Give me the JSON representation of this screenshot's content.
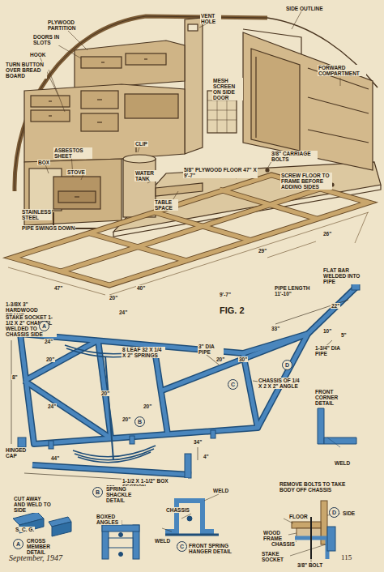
{
  "diagram": {
    "nodes": [
      {
        "text": [
          "A"
        ]
      },
      {
        "text": [
          "B"
        ]
      },
      {
        "text": [
          "C"
        ]
      },
      {
        "text": [
          "D"
        ]
      },
      {
        "text": [
          "A"
        ]
      },
      {
        "text": [
          "B"
        ]
      },
      {
        "text": [
          "C"
        ]
      },
      {
        "text": [
          "D"
        ]
      }
    ],
    "labels": [
      "PLYWOOD PARTITION",
      "DOORS IN SLOTS",
      "HOOK",
      "TURN BUTTON OVER BREAD BOARD",
      "VENT HOLE",
      "SIDE OUTLINE",
      "MESH SCREEN ON SIDE DOOR",
      "FORWARD COMPARTMENT",
      "ASBESTOS SHEET",
      "CLIP",
      "BOX",
      "STOVE",
      "WATER TANK",
      "5/8\" PLYWOOD FLOOR 47\" X 9'-7\"",
      "3/8\" CARRIAGE BOLTS",
      "SCREW FLOOR TO FRAME BEFORE ADDING SIDES",
      "TABLE SPACE",
      "STAINLESS STEEL",
      "PIPE SWINGS DOWN",
      "26\"",
      "29\"",
      "47\"",
      "40\"",
      "20\"",
      "9'-7\"",
      "1-3/8X 3\" HARDWOOD FRAME",
      "FIG. 2",
      "PIPE LENGTH 11'-10\"",
      "FLAT BAR WELDED INTO PIPE",
      "22\"",
      "24\"",
      "33\"",
      "10\"",
      "5\"",
      "STAKE SOCKET 1-1/2 X 2\" CHANNEL WELDED TO CHASSIS SIDE",
      "24\"",
      "8 LEAF 32 X 1/4 X 2\" SPRINGS",
      "3\" DIA PIPE",
      "1-3/4\" DIA PIPE",
      "20\"",
      "20\"",
      "30\"",
      "8\"",
      "CHASSIS OF 1/4 X 2 X 2\" ANGLE",
      "FRONT CORNER DETAIL",
      "20\"",
      "24\"",
      "20\"",
      "20\"",
      "HINGED CAP",
      "44\"",
      "34\"",
      "4\"",
      "WELD",
      "23\"",
      "1-1/2 X 1-1/2\" BOX SECTION",
      "REMOVE BOLTS TO TAKE BODY OFF CHASSIS",
      "CUT AWAY AND WELD TO SIDE",
      "SPRING SHACKLE DETAIL",
      "WELD",
      "SIDE",
      "CHASSIS",
      "BOXED ANGLES",
      "FLOOR",
      "WELD",
      "S. C. G.",
      "WOOD FRAME",
      "CHASSIS",
      "CROSS MEMBER DETAIL",
      "FRONT SPRING HANGER DETAIL",
      "STAKE SOCKET",
      "3/8\" BOLT",
      "September, 1947",
      "115"
    ]
  }
}
